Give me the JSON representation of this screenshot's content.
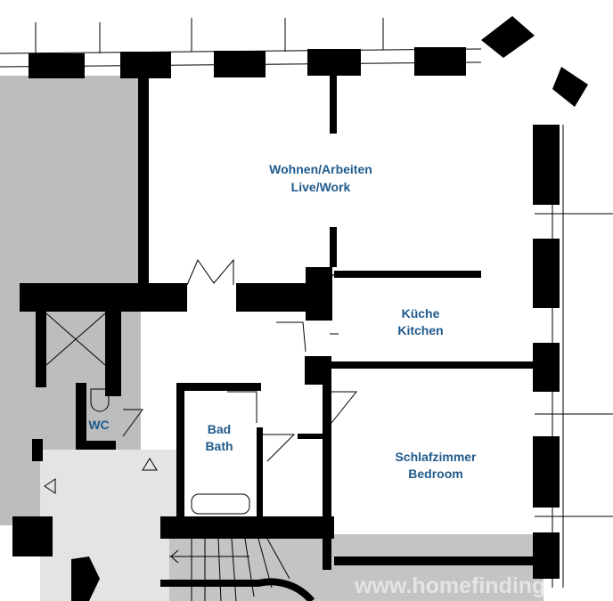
{
  "rooms": {
    "living": {
      "de": "Wohnen/Arbeiten",
      "en": "Live/Work"
    },
    "kitchen": {
      "de": "Küche",
      "en": "Kitchen"
    },
    "bedroom": {
      "de": "Schlafzimmer",
      "en": "Bedroom"
    },
    "bath": {
      "de": "Bad",
      "en": "Bath"
    },
    "wc": {
      "de": "WC"
    }
  },
  "watermark": "www.homefinding.at",
  "colors": {
    "label": "#1f5a8c",
    "wall": "#000000",
    "shared_area": "#bdbdbd",
    "hall": "#e4e4e4"
  }
}
